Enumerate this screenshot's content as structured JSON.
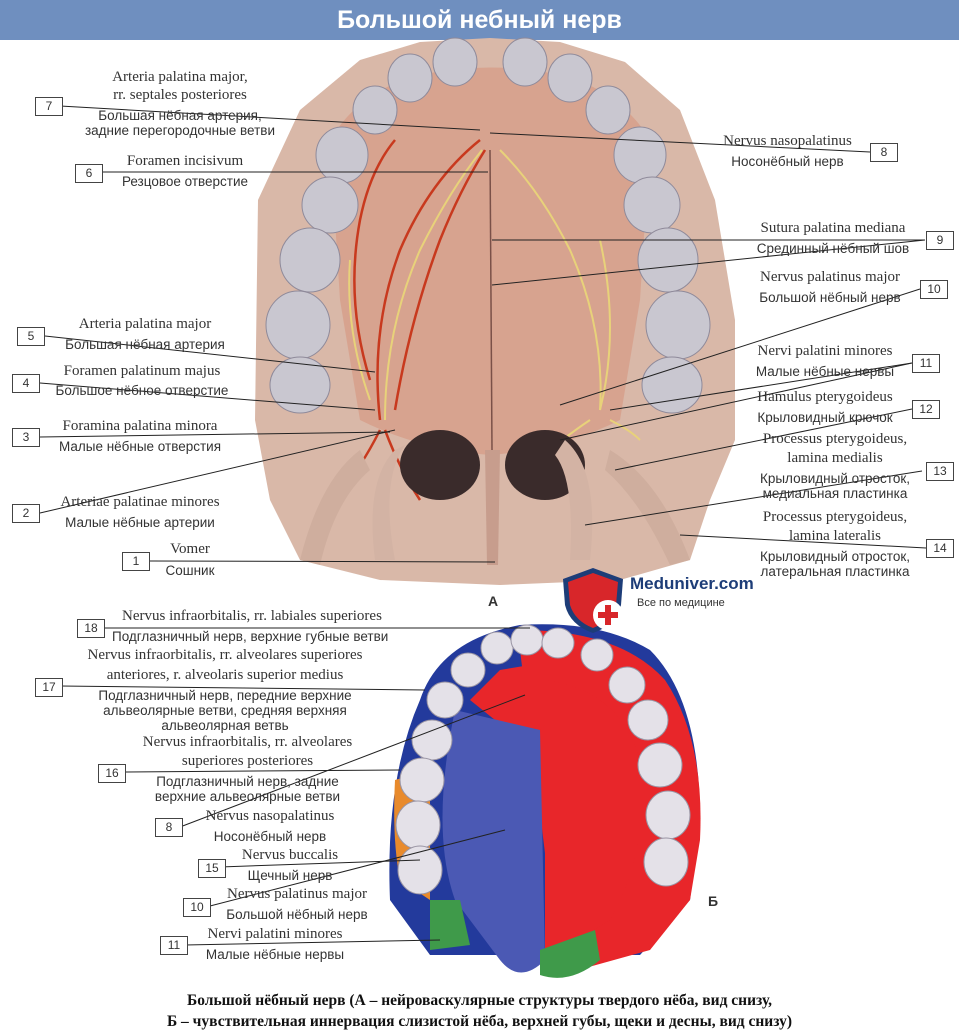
{
  "title": "Большой небный нерв",
  "figure_a_letter": "А",
  "figure_b_letter": "Б",
  "logo": {
    "name": "Meduniver.com",
    "tagline": "Все по медицине"
  },
  "labels_a": [
    {
      "num": "7",
      "latin1": "Arteria palatina major,",
      "latin2": "rr. septales posteriores",
      "ru1": "Большая нёбная артерия,",
      "ru2": "задние перегородочные ветви"
    },
    {
      "num": "6",
      "latin1": "Foramen incisivum",
      "ru1": "Резцовое отверстие"
    },
    {
      "num": "5",
      "latin1": "Arteria palatina major",
      "ru1": "Большая нёбная артерия"
    },
    {
      "num": "4",
      "latin1": "Foramen palatinum majus",
      "ru1": "Большое нёбное отверстие"
    },
    {
      "num": "3",
      "latin1": "Foramina palatina minora",
      "ru1": "Малые нёбные отверстия"
    },
    {
      "num": "2",
      "latin1": "Arteriae  palatinae minores",
      "ru1": "Малые нёбные артерии"
    },
    {
      "num": "1",
      "latin1": "Vomer",
      "ru1": "Сошник"
    },
    {
      "num": "8",
      "latin1": "Nervus nasopalatinus",
      "ru1": "Носонёбный нерв"
    },
    {
      "num": "9",
      "latin1": "Sutura palatina mediana",
      "ru1": "Срединный нёбный шов"
    },
    {
      "num": "10",
      "latin1": "Nervus palatinus major",
      "ru1": "Большой нёбный нерв"
    },
    {
      "num": "11",
      "latin1": "Nervi palatini minores",
      "ru1": "Малые нёбные нервы"
    },
    {
      "num": "12",
      "latin1": "Hamulus pterygoideus",
      "ru1": "Крыловидный крючок"
    },
    {
      "num": "13",
      "latin1": "Processus pterygoideus,",
      "latin2": "lamina medialis",
      "ru1": "Крыловидный отросток,",
      "ru2": "медиальная пластинка"
    },
    {
      "num": "14",
      "latin1": "Processus pterygoideus,",
      "latin2": "lamina lateralis",
      "ru1": "Крыловидный отросток,",
      "ru2": "латеральная пластинка"
    }
  ],
  "labels_b": [
    {
      "num": "18",
      "latin1": "Nervus infraorbitalis, rr. labiales superiores",
      "ru1": "Подглазничный нерв, верхние губные ветви"
    },
    {
      "num": "17",
      "latin1": "Nervus infraorbitalis, rr. alveolares superiores",
      "latin2": "anteriores, r. alveolaris superior medius",
      "ru1": "Подглазничный нерв, передние верхние",
      "ru2": "альвеолярные ветви, средняя верхняя",
      "ru3": "альвеолярная ветвь"
    },
    {
      "num": "16",
      "latin1": "Nervus infraorbitalis, rr. alveolares",
      "latin2": "superiores posteriores",
      "ru1": "Подглазничный нерв, задние",
      "ru2": "верхние альвеолярные ветви"
    },
    {
      "num": "8",
      "latin1": "Nervus nasopalatinus",
      "ru1": "Носонёбный нерв"
    },
    {
      "num": "15",
      "latin1": "Nervus buccalis",
      "ru1": "Щечный нерв"
    },
    {
      "num": "10",
      "latin1": "Nervus palatinus major",
      "ru1": "Большой нёбный нерв"
    },
    {
      "num": "11",
      "latin1": "Nervi palatini minores",
      "ru1": "Малые нёбные нервы"
    }
  ],
  "caption": {
    "line1": "Большой нёбный нерв (А – нейроваскулярные структуры твердого нёба, вид снизу,",
    "line2": "Б – чувствительная иннервация слизистой нёба, верхней губы, щеки и десны, вид снизу)"
  },
  "colors": {
    "banner": "#6f8fbf",
    "nasopalatine_zone": "#e8262a",
    "greater_palatine_zone": "#4b59b4",
    "lesser_palatine_zone": "#3f9a4a",
    "buccal_zone": "#e88a2c",
    "labial_zone": "#233a9c",
    "vessels": "#c8391e",
    "nerves": "#e8d27a"
  }
}
